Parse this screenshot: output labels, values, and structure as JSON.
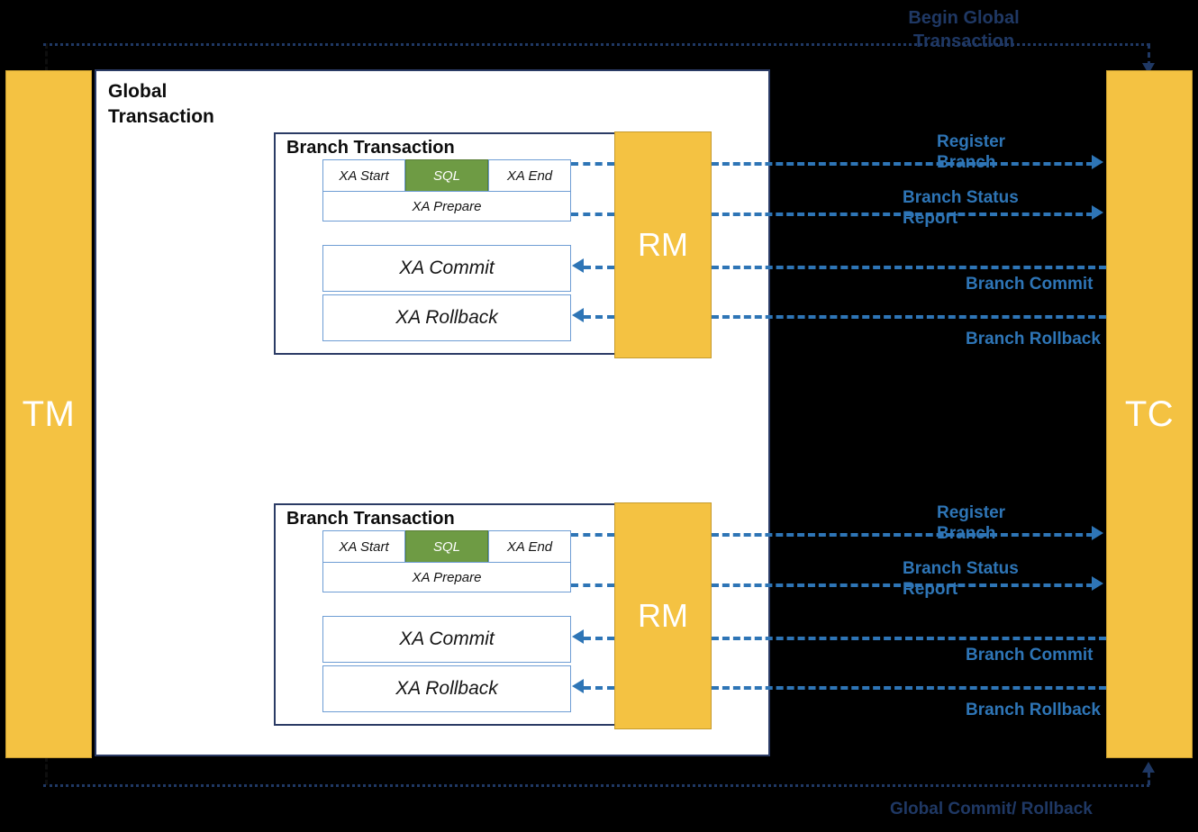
{
  "diagram": {
    "title": "Seata XA Mode Global / Branch Transaction Flow",
    "colors": {
      "actor_bar": "#F4C242",
      "actor_bar_border": "#C69B2E",
      "panel_border": "#2B3B65",
      "box_border": "#6E9DD4",
      "sql_green": "#6E9B44",
      "message_blue": "#2E75B6",
      "control_navy": "#1F3864",
      "background": "#000000",
      "panel_fill": "#FFFFFF"
    }
  },
  "actors": {
    "tm": "TM",
    "tc": "TC",
    "rm": "RM"
  },
  "global_panel": {
    "title_line1": "Global",
    "title_line2": "Transaction"
  },
  "branches": [
    {
      "title": "Branch Transaction",
      "phases": [
        "XA Start",
        "SQL",
        "XA End"
      ],
      "prepare": "XA Prepare",
      "commit": "XA Commit",
      "rollback": "XA Rollback",
      "messages": {
        "register": "Register\nBranch",
        "register_line1": "Register",
        "register_line2": "Branch",
        "status_line1": "Branch Status",
        "status_line2": "Report",
        "commit": "Branch Commit",
        "rollback": "Branch Rollback"
      }
    },
    {
      "title": "Branch Transaction",
      "phases": [
        "XA Start",
        "SQL",
        "XA End"
      ],
      "prepare": "XA Prepare",
      "commit": "XA Commit",
      "rollback": "XA Rollback",
      "messages": {
        "register_line1": "Register",
        "register_line2": "Branch",
        "status_line1": "Branch Status",
        "status_line2": "Report",
        "commit": "Branch Commit",
        "rollback": "Branch Rollback"
      }
    }
  ],
  "control_flow": {
    "top_line1": "Begin Global",
    "top_line2": "Transaction",
    "bottom": "Global Commit/ Rollback"
  }
}
